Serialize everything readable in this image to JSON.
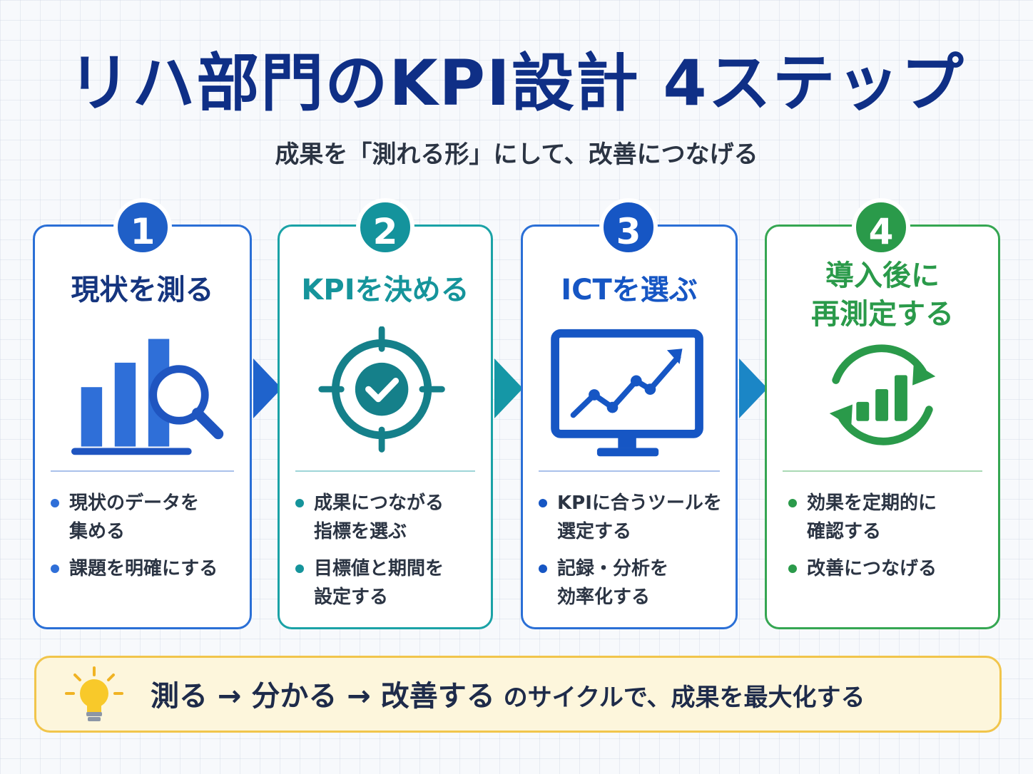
{
  "title": "リハ部門のKPI設計 4ステップ",
  "subtitle": "成果を「測れる形」にして、改善につなげる",
  "steps": [
    {
      "number": "1",
      "title_lines": [
        "現状を測る"
      ],
      "bullets": [
        "現状のデータを\n集める",
        "課題を明確にする"
      ],
      "icon": "bar-chart-magnifier-icon",
      "color": "#1f5fc7"
    },
    {
      "number": "2",
      "title_lines": [
        "KPIを決める"
      ],
      "bullets": [
        "成果につながる\n指標を選ぶ",
        "目標値と期間を\n設定する"
      ],
      "icon": "target-check-icon",
      "color": "#14939c"
    },
    {
      "number": "3",
      "title_lines": [
        "ICTを選ぶ"
      ],
      "bullets": [
        "KPIに合うツールを\n選定する",
        "記録・分析を\n効率化する"
      ],
      "icon": "monitor-trend-icon",
      "color": "#1656c4"
    },
    {
      "number": "4",
      "title_lines": [
        "導入後に",
        "再測定する"
      ],
      "bullets": [
        "効果を定期的に\n確認する",
        "改善につなげる"
      ],
      "icon": "cycle-chart-icon",
      "color": "#2a9a4a"
    }
  ],
  "footer": {
    "part1": "測る → 分かる → 改善する",
    "part2": " のサイクルで、成果を最大化する",
    "icon": "lightbulb-icon",
    "accent": "#f1c54b"
  }
}
